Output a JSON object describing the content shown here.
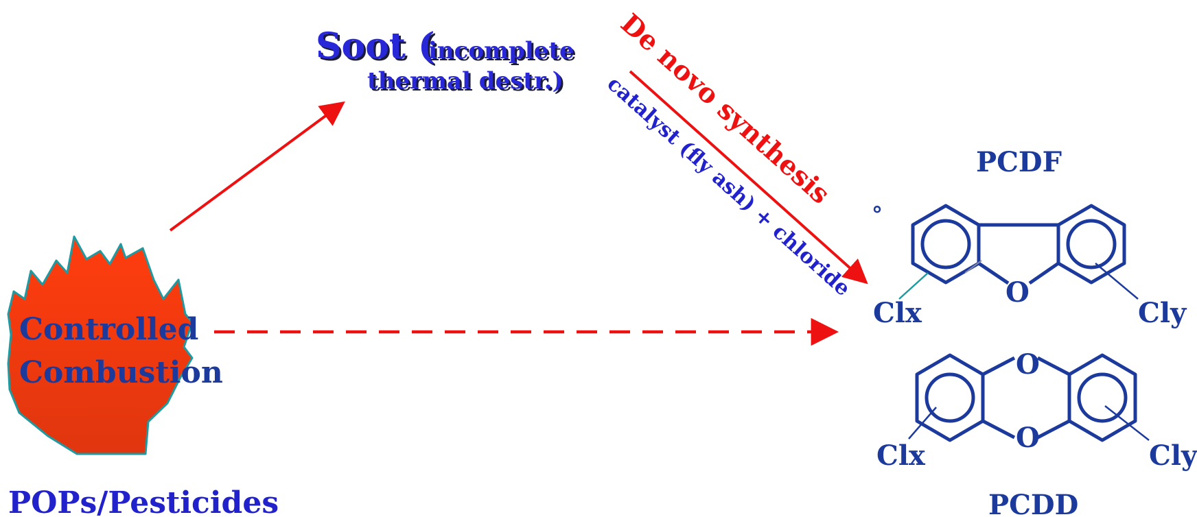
{
  "source": {
    "line1": "Controlled",
    "line2": "Combustion",
    "caption": "POPs/Pesticides"
  },
  "soot": {
    "big": "Soot (",
    "small_line1": "incomplete",
    "small_line2": "thermal destr.)"
  },
  "pathway": {
    "de_novo": "De novo synthesis",
    "catalyst": "catalyst (fly ash) + chloride"
  },
  "pcdf": {
    "name": "PCDF",
    "oxygen": "O",
    "cl_left": "Clx",
    "cl_right": "Cly",
    "dot": "°"
  },
  "pcdd": {
    "name": "PCDD",
    "oxygen_top": "O",
    "oxygen_bottom": "O",
    "cl_left": "Clx",
    "cl_right": "Cly"
  },
  "colors": {
    "arrow_red": "#ee1111",
    "flame_fill": "#f03a10",
    "flame_edge": "#1f9aa0",
    "navy": "#1c3a9c",
    "blue": "#2222cc",
    "red_text": "#ee1111"
  }
}
